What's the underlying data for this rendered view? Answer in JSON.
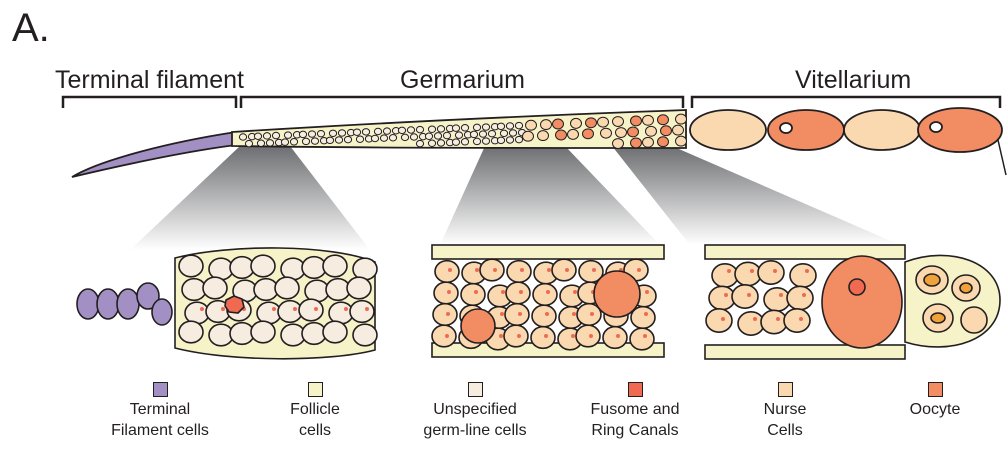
{
  "panel_label": "A.",
  "regions": {
    "terminal_filament": "Terminal filament",
    "germarium": "Germarium",
    "vitellarium": "Vitellarium"
  },
  "colors": {
    "terminal_filament_cells": "#a290c4",
    "follicle_cells": "#f7f3c8",
    "unspecified_germline": "#f7ece0",
    "fusome": "#f06a52",
    "nurse_cells": "#fbd9b0",
    "oocyte": "#f28d63",
    "outline": "#231f20"
  },
  "legend": [
    {
      "line1": "Terminal",
      "line2": "Filament cells",
      "color": "#a290c4",
      "icon": "terminal-filament-swatch"
    },
    {
      "line1": "Follicle",
      "line2": "cells",
      "color": "#f7f3c8",
      "icon": "follicle-swatch"
    },
    {
      "line1": "Unspecified",
      "line2": "germ-line cells",
      "color": "#f7ece0",
      "icon": "unspecified-germline-swatch"
    },
    {
      "line1": "Fusome and",
      "line2": "Ring Canals",
      "color": "#f06a52",
      "icon": "fusome-swatch"
    },
    {
      "line1": "Nurse",
      "line2": "Cells",
      "color": "#fbd9b0",
      "icon": "nurse-cells-swatch"
    },
    {
      "line1": "Oocyte",
      "line2": "",
      "color": "#f28d63",
      "icon": "oocyte-swatch"
    }
  ]
}
